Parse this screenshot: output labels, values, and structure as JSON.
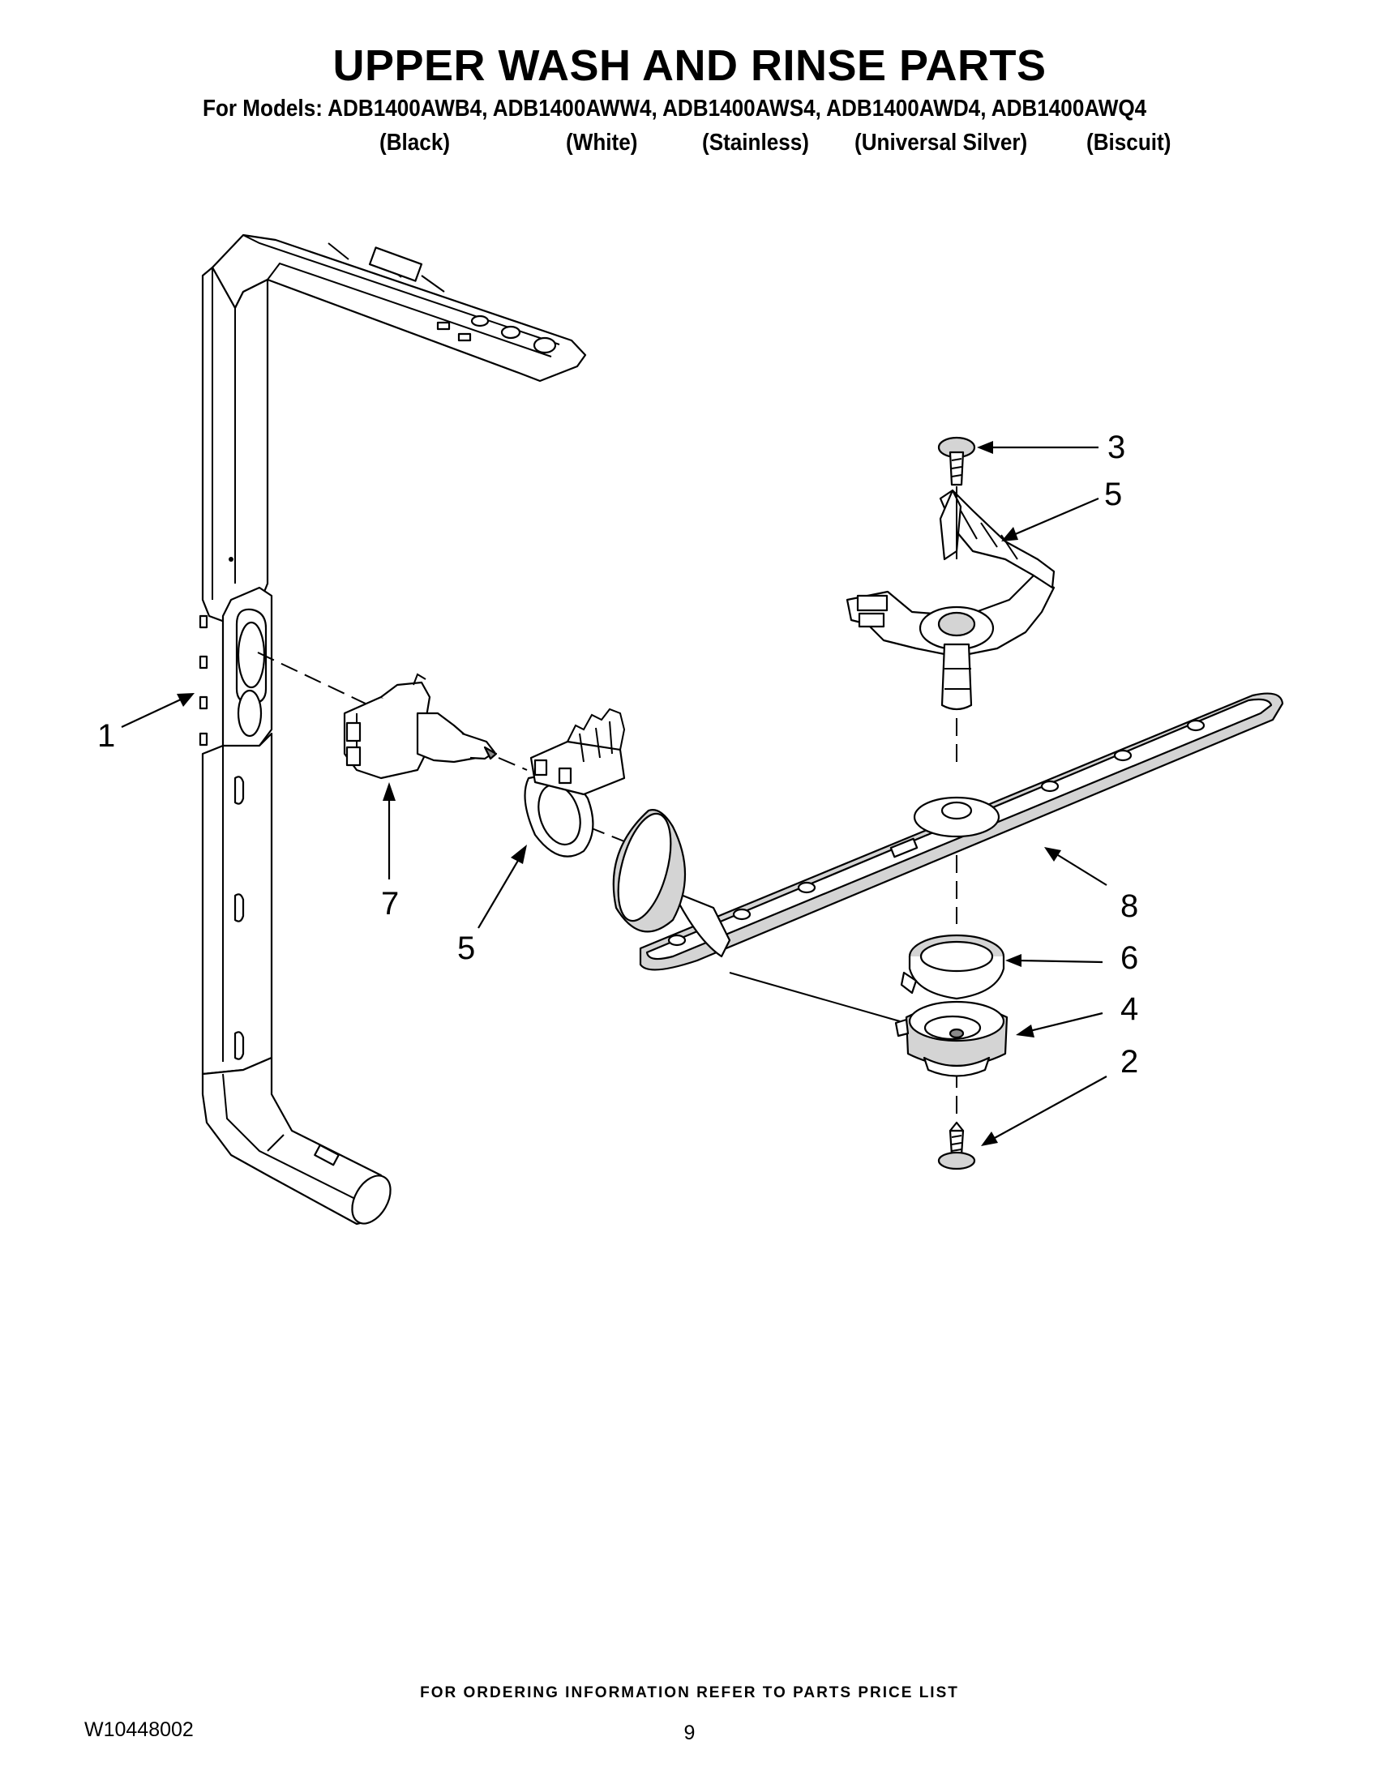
{
  "header": {
    "title": "UPPER WASH AND RINSE PARTS",
    "models_line": "For Models: ADB1400AWB4, ADB1400AWW4, ADB1400AWS4, ADB1400AWD4, ADB1400AWQ4",
    "colors": [
      "(Black)",
      "(White)",
      "(Stainless)",
      "(Universal Silver)",
      "(Biscuit)"
    ]
  },
  "callouts": {
    "c1": "1",
    "c2": "2",
    "c3": "3",
    "c4": "4",
    "c5_top": "5",
    "c5_mid": "5",
    "c6": "6",
    "c7": "7",
    "c8": "8"
  },
  "footer": {
    "ordering_note": "FOR ORDERING INFORMATION REFER TO PARTS PRICE LIST",
    "doc_number": "W10448002",
    "page_number": "9"
  }
}
